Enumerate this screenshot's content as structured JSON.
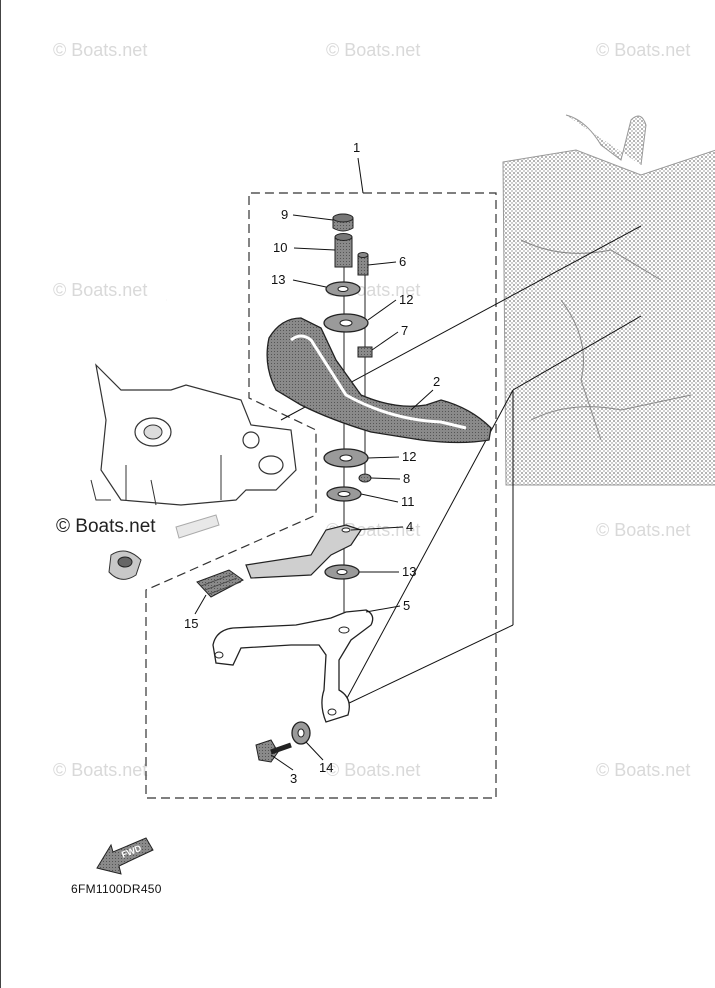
{
  "watermark": "© Boats.net",
  "diagram_code": "6FM1100DR450",
  "fwd_label": "FWD",
  "callouts": [
    "1",
    "2",
    "3",
    "4",
    "5",
    "6",
    "7",
    "8",
    "9",
    "10",
    "11",
    "12",
    "12",
    "13",
    "13",
    "14",
    "15"
  ],
  "colors": {
    "line": "#222222",
    "part_fill": "#9a9a9a",
    "watermark": "#d9d9d9",
    "hatch": "#bdbdbd"
  }
}
